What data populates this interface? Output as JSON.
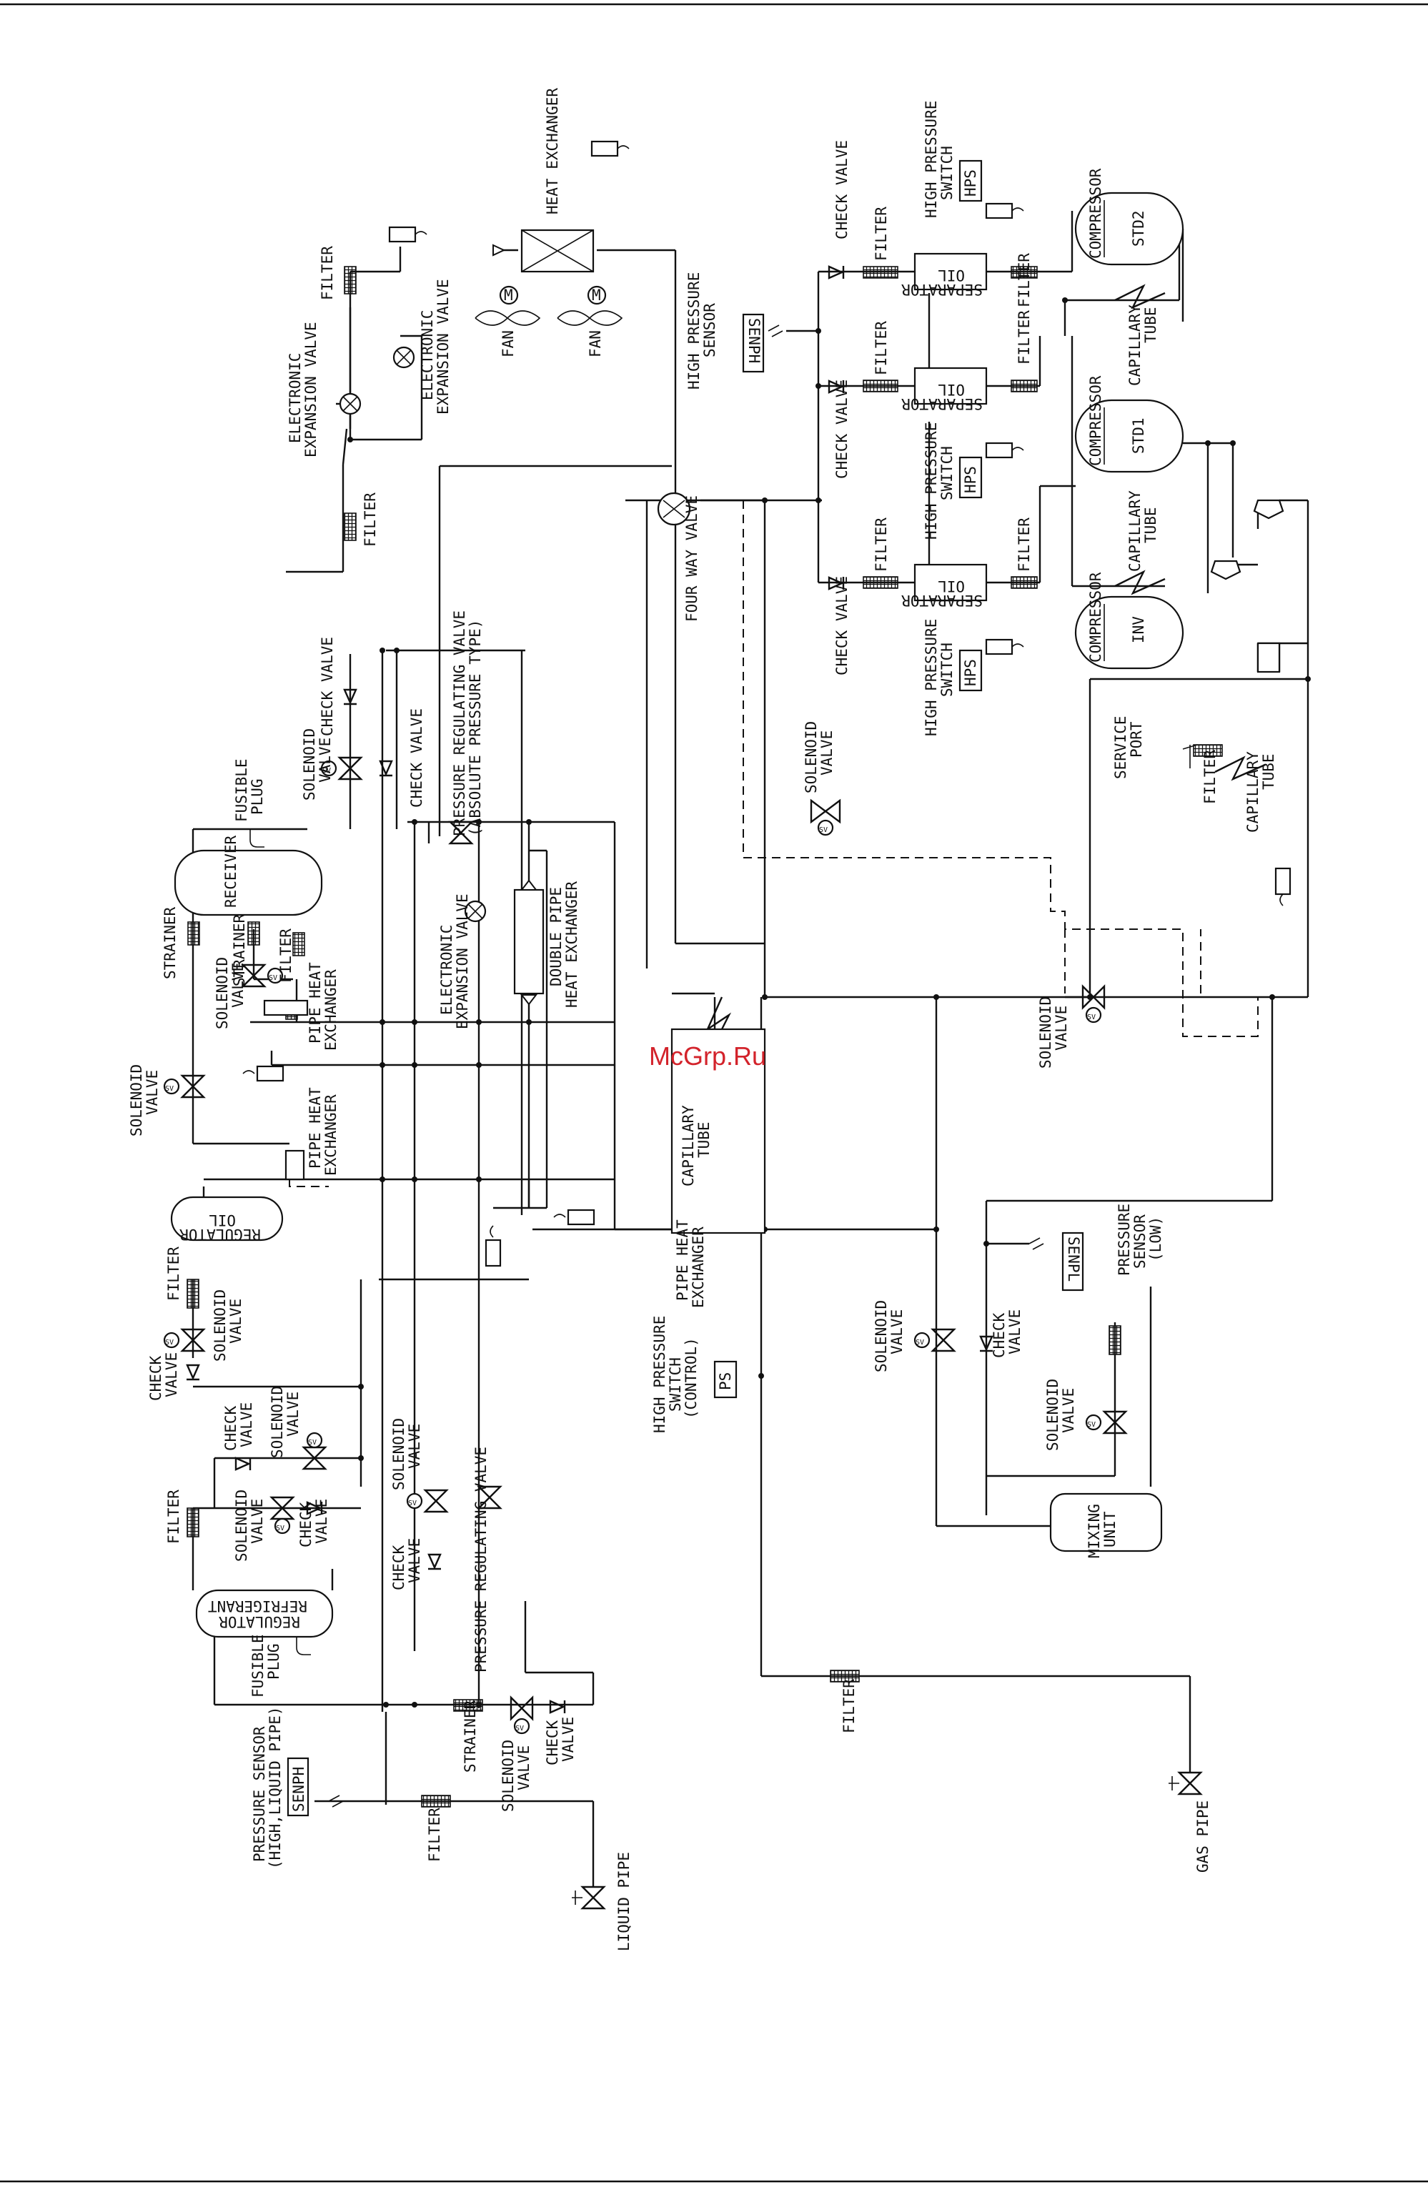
{
  "watermark": "McGrp.Ru",
  "labels": {
    "heat_exchanger": "HEAT EXCHANGER",
    "fan": "FAN",
    "filter": "FILTER",
    "electronic": "ELECTRONIC",
    "expansion_valve": "EXPANSION VALVE",
    "check_valve": "CHECK VALVE",
    "check": "CHECK",
    "valve": "VALVE",
    "high_pressure": "HIGH PRESSURE",
    "switch": "SWITCH",
    "sensor": "SENSOR",
    "oil": "OIL",
    "separator": "SEPARATOR",
    "compressor": "COMPRESSOR",
    "std1": "STD1",
    "std2": "STD2",
    "inv": "INV",
    "capillary": "CAPILLARY",
    "tube": "TUBE",
    "four_way_valve": "FOUR WAY VALVE",
    "solenoid": "SOLENOID",
    "service": "SERVICE",
    "port": "PORT",
    "pressure_regulating_valve": "PRESSURE REGULATING VALVE",
    "absolute_pressure_type": "(ABSOLUTE PRESSURE TYPE)",
    "double_pipe": "DOUBLE PIPE",
    "fusible": "FUSIBLE",
    "plug": "PLUG",
    "receiver": "RECEIVER",
    "strainer": "STRAINER",
    "pipe_heat": "PIPE HEAT",
    "exchanger": "EXCHANGER",
    "regulator": "REGULATOR",
    "refrigerant": "REFRIGERANT",
    "pressure_sensor": "PRESSURE SENSOR",
    "high_liquid_pipe": "(HIGH,LIQUID PIPE)",
    "pressure": "PRESSURE",
    "low": "(LOW)",
    "control": "(CONTROL)",
    "mixing": "MIXING",
    "unit": "UNIT",
    "liquid_pipe": "LIQUID PIPE",
    "gas_pipe": "GAS PIPE"
  },
  "tags": {
    "hps": "HPS",
    "senph": "SENPH",
    "senpl": "SENPL",
    "ps": "PS",
    "sv": "SV",
    "m": "M"
  },
  "colors": {
    "line": "#111111",
    "watermark": "#d3232b"
  }
}
